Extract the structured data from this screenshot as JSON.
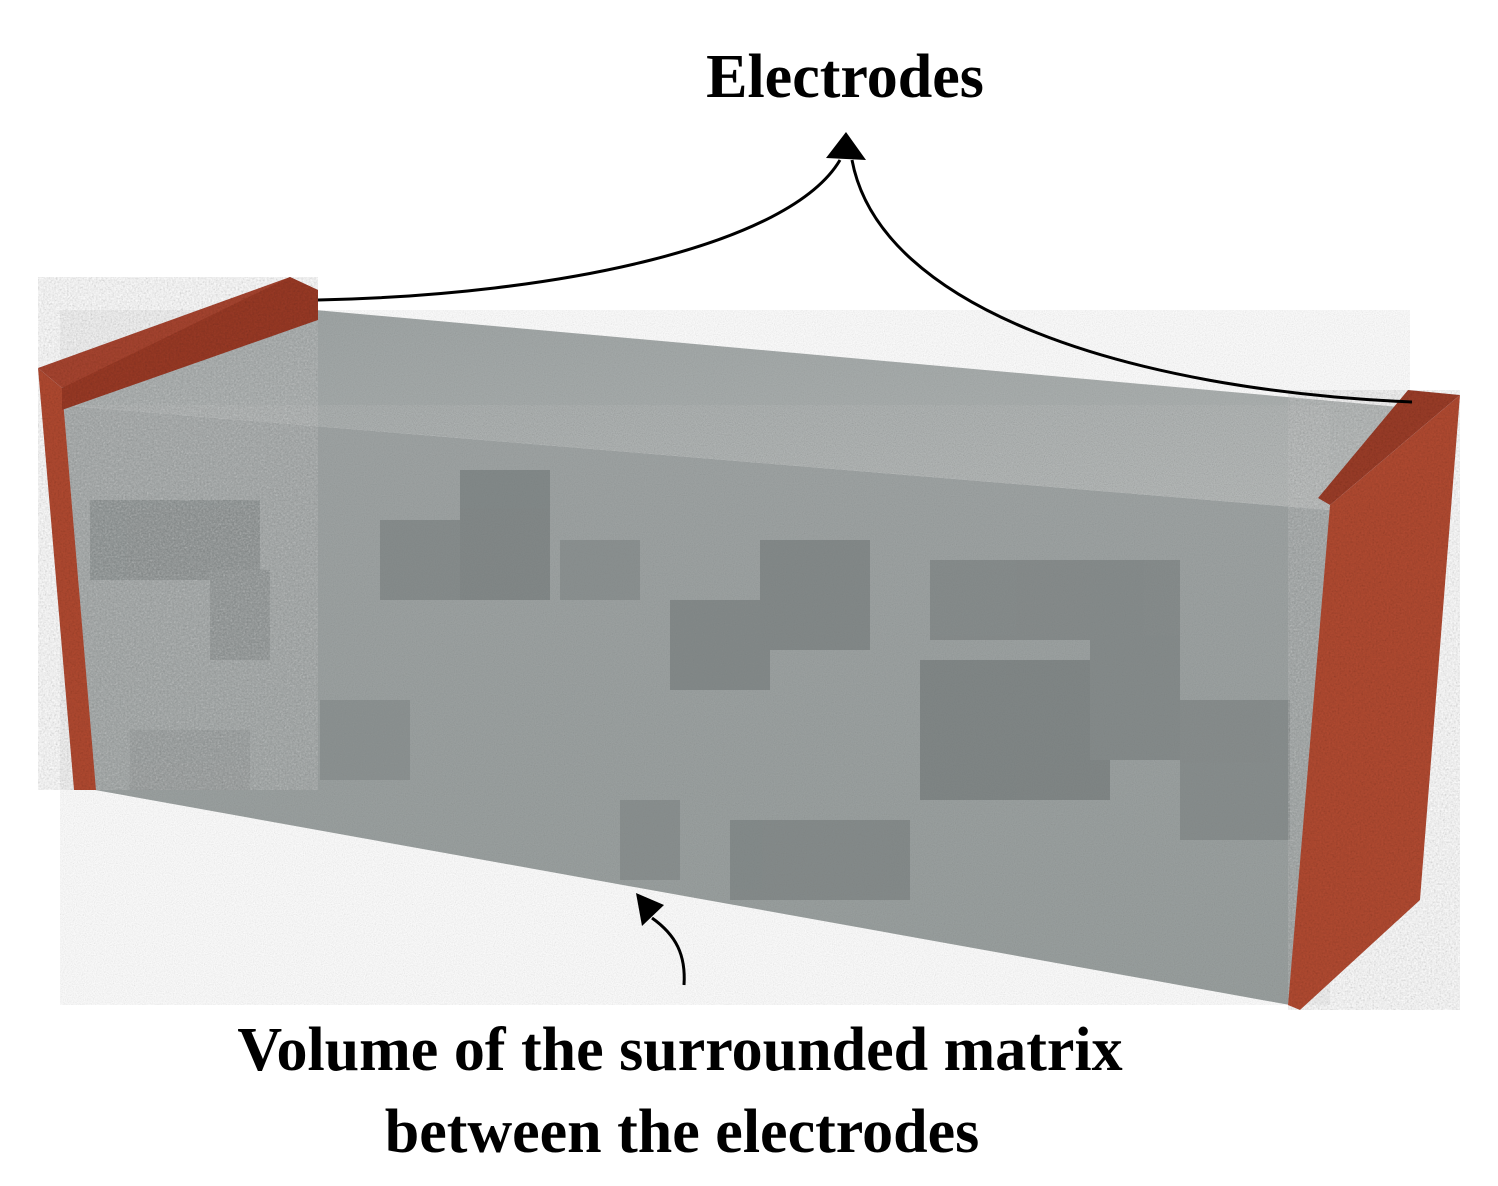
{
  "labels": {
    "top": "Electrodes",
    "bottom_line1": "Volume of the surrounded matrix",
    "bottom_line2": "between the electrodes"
  },
  "colors": {
    "concrete_light": "#a3a8a8",
    "concrete_mid": "#8f9595",
    "concrete_dark": "#6e7474",
    "electrode": "#b0452e",
    "electrode_dark": "#8a321f",
    "ink": "#000000"
  }
}
